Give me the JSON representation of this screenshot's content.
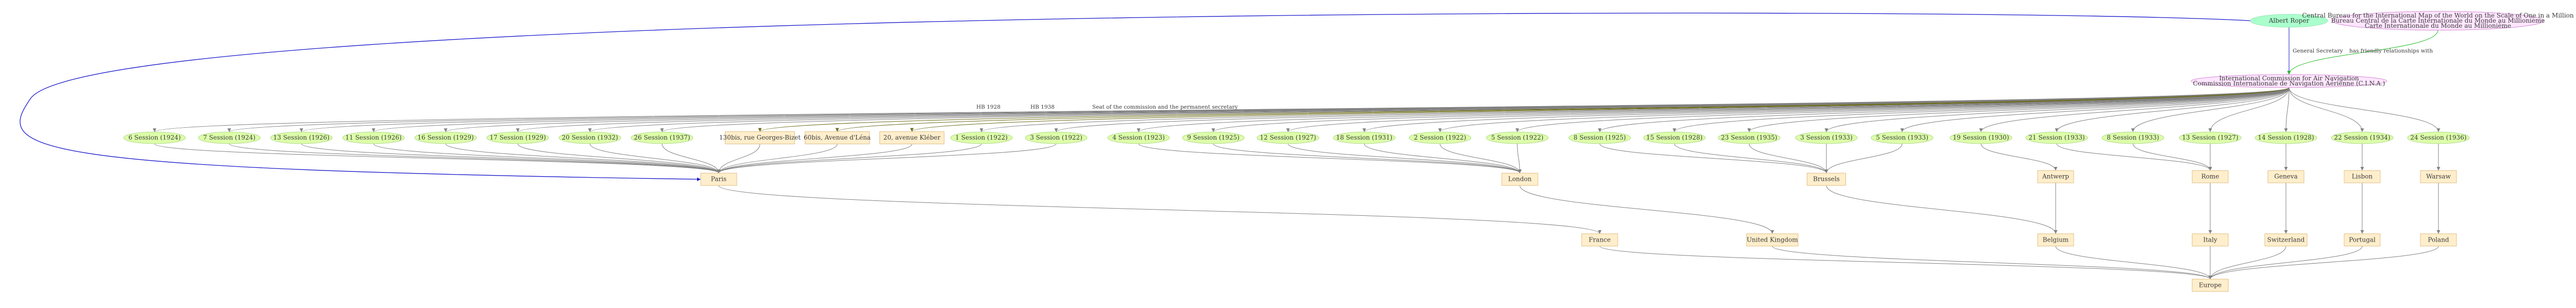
{
  "colors": {
    "person_fill": "#aaffcc",
    "person_stroke": "#99e6b3",
    "org_fill": "#ffe6ff",
    "org_stroke": "#d48ad4",
    "session_fill": "#ddffaa",
    "session_stroke": "#b3d98a",
    "place_fill": "#ffeecc",
    "place_stroke": "#e0c084",
    "edge_default": "#808080",
    "edge_blue": "#1a1acc",
    "edge_green": "#22bb22",
    "edge_olive": "#6b6b1a"
  },
  "nodes": {
    "albert_roper": "Albert Roper",
    "central_bureau": [
      "Central Bureau for the International Map of the World on the Scale of One in a Million",
      "Bureau Central de la Carte Internationale du Monde au Millionième",
      "Carte Internationale du Monde au Millionième"
    ],
    "ican": [
      "International Commission for Air Navigation",
      "Commission Internationale de Navigation Aérienne (C.I.N.A.)"
    ],
    "sessions": [
      "6 Session (1924)",
      "7 Session (1924)",
      "13 Session (1926)",
      "11 Session (1926)",
      "16 Session (1929)",
      "17 Session (1929)",
      "20 Session (1932)",
      "26 Session (1937)",
      "1 Session (1922)",
      "3 Session (1922)",
      "4 Session (1923)",
      "9 Session (1925)",
      "12 Session (1927)",
      "18 Session (1931)",
      "2 Session (1922)",
      "5 Session (1922)",
      "8 Session (1925)",
      "15 Session (1928)",
      "23 Session (1935)",
      "3 Session (1933)",
      "5 Session (1933)",
      "19 Session (1930)",
      "21 Session (1933)",
      "8 Session (1933)",
      "13 Session (1927)",
      "14 Session (1928)",
      "22 Session (1934)",
      "24 Session (1936)"
    ],
    "addresses": [
      [
        "130bis, rue Georges-Bizet"
      ],
      [
        "60bis, Avenue d'Léna"
      ],
      [
        "20, avenue Kléber"
      ]
    ],
    "cities": {
      "paris": "Paris",
      "london": "London",
      "brussels": "Brussels",
      "antwerp": "Antwerp",
      "rome": "Rome",
      "geneva": "Geneva",
      "lisbon": "Lisbon",
      "warsaw": "Warsaw"
    },
    "countries": {
      "france": "France",
      "uk": "United Kingdom",
      "belgium": "Belgium",
      "italy": "Italy",
      "switzerland": "Switzerland",
      "portugal": "Portugal",
      "poland": "Poland"
    },
    "continent": "Europe"
  },
  "edge_labels": {
    "roper_icao": "General Secretary",
    "bureau_icao": "has friendly relationships with",
    "seat_1": "HB 1928",
    "seat_2": "HB 1938",
    "seat_3": "Seat of the commission and the permanent secretary"
  }
}
